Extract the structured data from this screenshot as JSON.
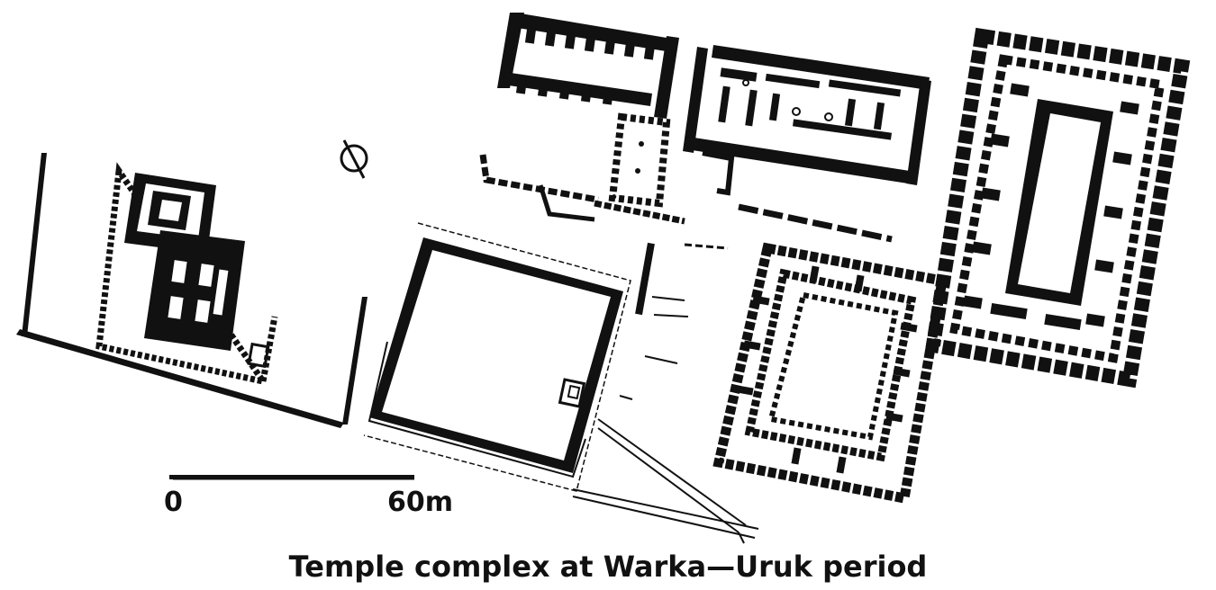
{
  "diagram": {
    "caption": "Temple complex at Warka—Uruk period",
    "scale_bar": {
      "start_label": "0",
      "end_label": "60m",
      "length_value": 60,
      "unit": "m"
    },
    "north_symbol": "north-arrow-icon",
    "ink_color": "#111111",
    "background_color": "#ffffff"
  }
}
